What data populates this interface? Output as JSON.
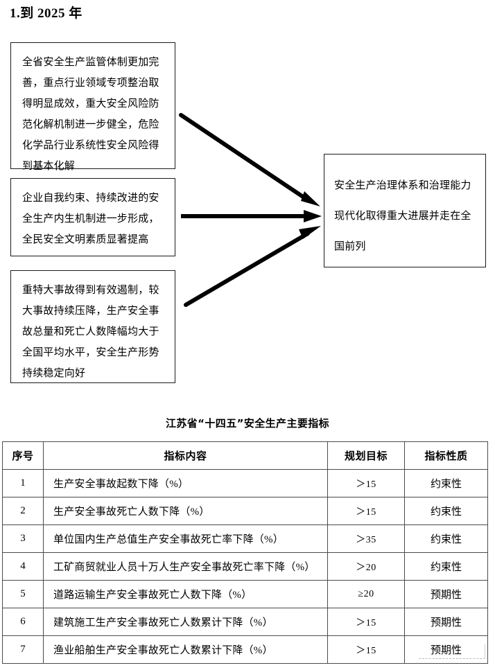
{
  "section": {
    "heading": "1.到 2025 年"
  },
  "diagram": {
    "boxes": [
      {
        "name": "supervision-system-goal",
        "text": "全省安全生产监管体制更加完善，重点行业领域专项整治取得明显成效，重大安全风险防范化解机制进一步健全，危险化学品行业系统性安全风险得到基本化解"
      },
      {
        "name": "enterprise-mechanism-goal",
        "text": "企业自我约束、持续改进的安全生产内生机制进一步形成，全民安全文明素质显著提高"
      },
      {
        "name": "accident-control-goal",
        "text": "重特大事故得到有效遏制，较大事故持续压降，生产安全事故总量和死亡人数降幅均大于全国平均水平，安全生产形势持续稳定向好"
      }
    ],
    "outcome": {
      "name": "overall-outcome",
      "text": "安全生产治理体系和治理能力现代化取得重大进展并走在全国前列"
    },
    "arrow_color": "#000000",
    "arrow_count": 3
  },
  "table": {
    "caption": "江苏省“十四五”安全生产主要指标",
    "headers": {
      "no": "序号",
      "name": "指标内容",
      "goal": "规划目标",
      "type": "指标性质"
    },
    "rows": [
      {
        "no": "1",
        "name": "生产安全事故起数下降（%）",
        "goal": "＞15",
        "type": "约束性"
      },
      {
        "no": "2",
        "name": "生产安全事故死亡人数下降（%）",
        "goal": "＞15",
        "type": "约束性"
      },
      {
        "no": "3",
        "name": "单位国内生产总值生产安全事故死亡率下降（%）",
        "goal": "＞35",
        "type": "约束性"
      },
      {
        "no": "4",
        "name": "工矿商贸就业人员十万人生产安全事故死亡率下降（%）",
        "goal": "＞20",
        "type": "约束性"
      },
      {
        "no": "5",
        "name": "道路运输生产安全事故死亡人数下降（%）",
        "goal": "≥20",
        "type": "预期性"
      },
      {
        "no": "6",
        "name": "建筑施工生产安全事故死亡人数累计下降（%）",
        "goal": "＞15",
        "type": "预期性"
      },
      {
        "no": "7",
        "name": "渔业船舶生产安全事故死亡人数累计下降（%）",
        "goal": "＞15",
        "type": "预期性"
      }
    ]
  }
}
